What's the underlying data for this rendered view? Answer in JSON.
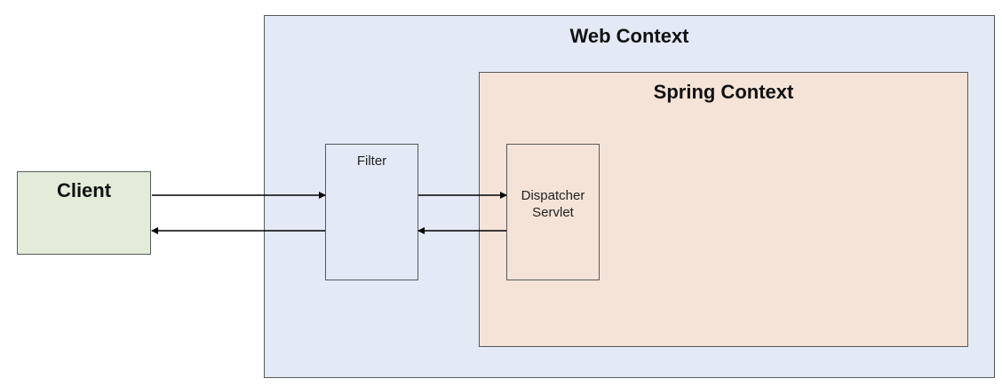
{
  "client": {
    "label": "Client"
  },
  "web_context": {
    "label": "Web Context"
  },
  "spring_context": {
    "label": "Spring Context"
  },
  "filter": {
    "label": "Filter"
  },
  "dispatcher_servlet": {
    "label_line1": "Dispatcher",
    "label_line2": "Servlet"
  },
  "colors": {
    "client_fill": "#e3ecd9",
    "web_context_fill": "#e3eaf5",
    "spring_context_fill": "#f5e3d8",
    "border": "#595959",
    "arrow": "#000000"
  }
}
